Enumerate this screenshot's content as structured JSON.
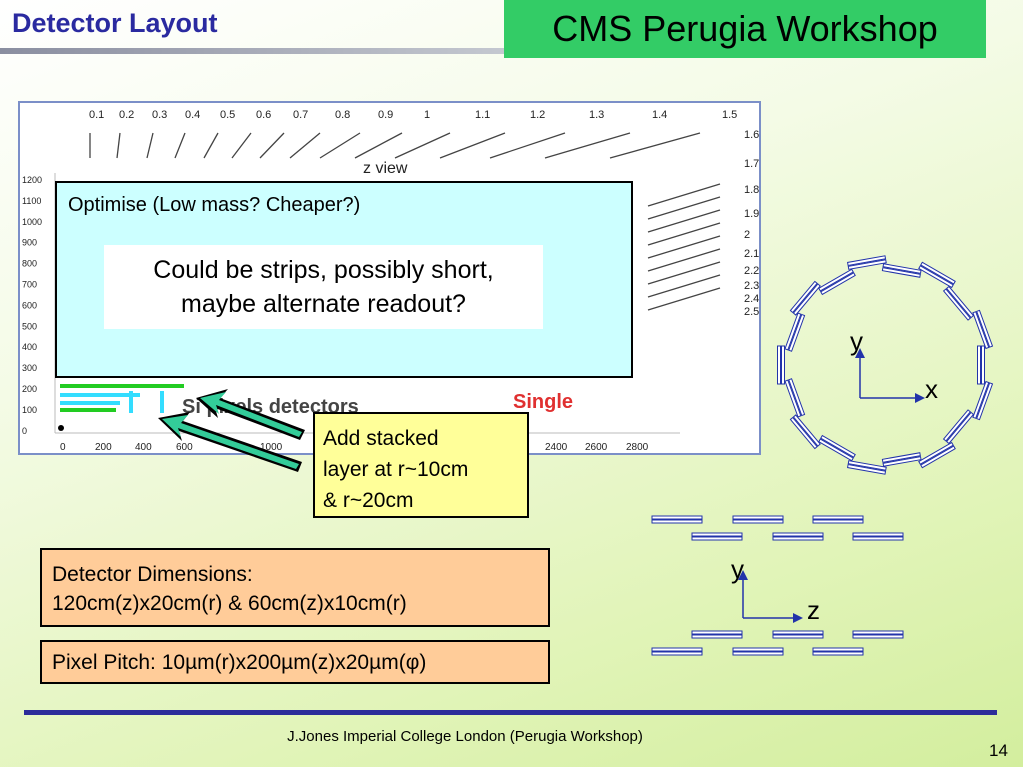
{
  "title": "Detector Layout",
  "workshop_banner": "CMS Perugia Workshop",
  "figure": {
    "eta_values": [
      "0.1",
      "0.2",
      "0.3",
      "0.4",
      "0.5",
      "0.6",
      "0.7",
      "0.8",
      "0.9",
      "1",
      "1.1",
      "1.2",
      "1.3",
      "1.4",
      "1.5"
    ],
    "eta_right_values": [
      "1.6",
      "1.7",
      "1.8",
      "1.9",
      "2",
      "2.1",
      "2.2",
      "2.3",
      "2.4",
      "2.5"
    ],
    "view_label": "z view",
    "r_ticks": [
      "1200",
      "1100",
      "1000",
      "900",
      "800",
      "700",
      "600",
      "500",
      "400",
      "300",
      "200",
      "100",
      "0"
    ],
    "z_ticks_left": [
      "0",
      "200",
      "400",
      "600",
      "1000"
    ],
    "z_ticks_right": [
      "2400",
      "2600",
      "2800"
    ],
    "pixels_label": "Si pixels detectors",
    "single_label": "Single"
  },
  "optimise_box": {
    "label": "Optimise (Low mass? Cheaper?)",
    "strips_line1": "Could be strips, possibly short,",
    "strips_line2": "maybe alternate readout?"
  },
  "stacked_box": {
    "line1": "Add stacked",
    "line2": "layer at r~10cm",
    "line3": "& r~20cm"
  },
  "dims_box": {
    "line1": "Detector Dimensions:",
    "line2": "120cm(z)x20cm(r) & 60cm(z)x10cm(r)"
  },
  "pitch_box": {
    "text": "Pixel Pitch: 10µm(r)x200µm(z)x20µm(φ)"
  },
  "ring_axes": {
    "y": "y",
    "x": "x"
  },
  "planar_axes": {
    "y": "y",
    "z": "z"
  },
  "footer": "J.Jones Imperial College London (Perugia Workshop)",
  "page_number": "14",
  "colors": {
    "banner": "#33cc66",
    "title": "#2a2aa0",
    "optimise_box": "#ccffff",
    "stacked_box": "#ffff99",
    "dims_box": "#ffcc99",
    "arrow": "#33cc99",
    "footer_line": "#2c2c9a"
  }
}
